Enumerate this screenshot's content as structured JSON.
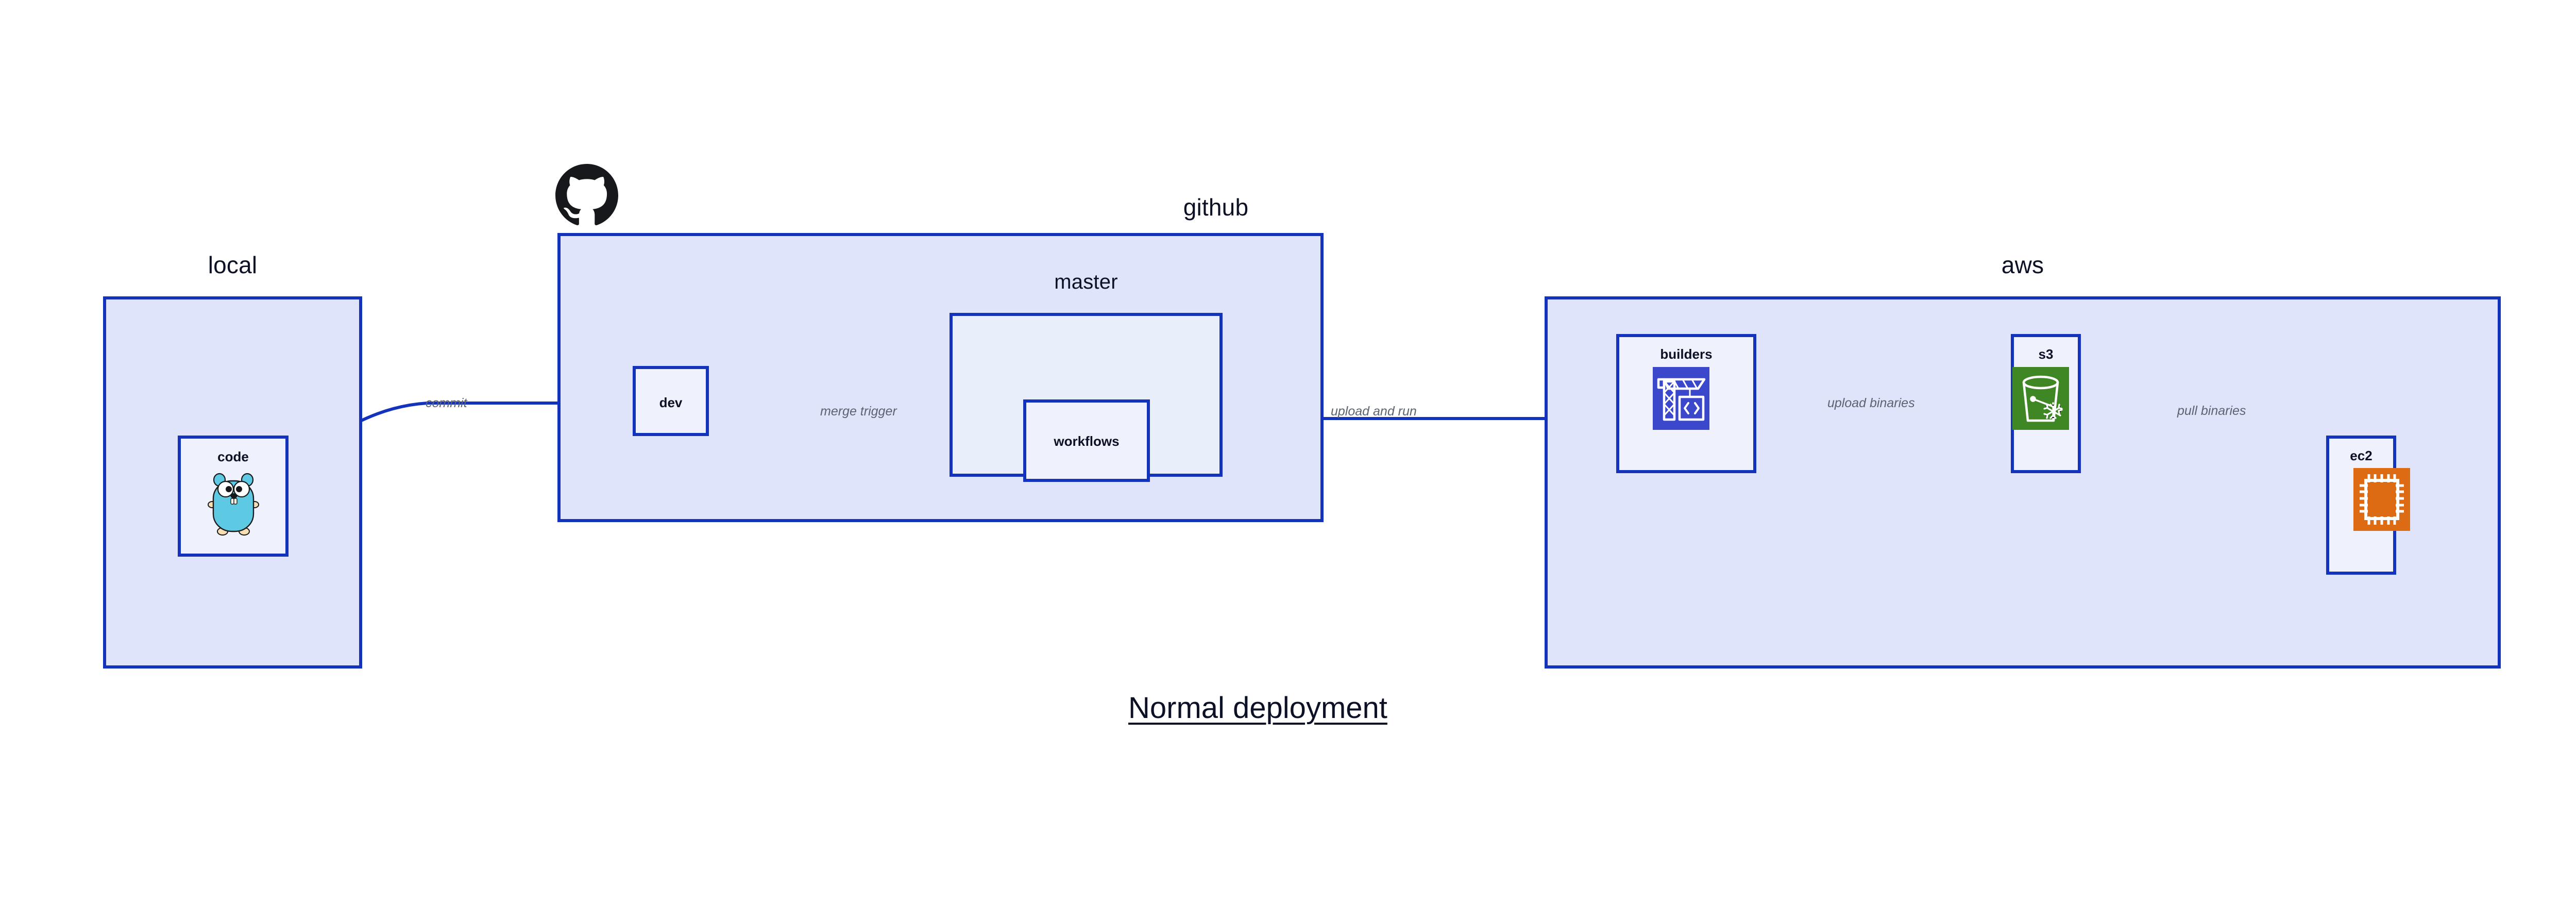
{
  "caption": "Normal deployment",
  "colors": {
    "group_fill": "#dfe4fb",
    "group_border": "#1433bd",
    "node_fill": "#eff2fc",
    "sub_fill": "#e9eefb",
    "edge_stroke": "#1433bd",
    "edge_label_text": "#5d6370",
    "title_text": "#0d1126",
    "codebuild_icon_bg": "#3b48cc",
    "s3_icon_bg": "#3f8624",
    "ec2_icon_bg": "#dd6b13",
    "gopher_body": "#5dc9e2",
    "github_logo": "#16181c",
    "page_background": "#ffffff"
  },
  "groups": [
    {
      "id": "local",
      "label": "local"
    },
    {
      "id": "github",
      "label": "github"
    },
    {
      "id": "aws",
      "label": "aws"
    }
  ],
  "subgroups": [
    {
      "id": "master",
      "label": "master",
      "parent": "github"
    }
  ],
  "nodes": [
    {
      "id": "code",
      "label": "code",
      "group": "local",
      "icon": "go-gopher-icon"
    },
    {
      "id": "dev",
      "label": "dev",
      "group": "github",
      "icon": null
    },
    {
      "id": "workflows",
      "label": "workflows",
      "group": "master",
      "icon": null
    },
    {
      "id": "builders",
      "label": "builders",
      "group": "aws",
      "icon": "aws-codebuild-icon"
    },
    {
      "id": "s3",
      "label": "s3",
      "group": "aws",
      "icon": "aws-s3-glacier-icon"
    },
    {
      "id": "ec2",
      "label": "ec2",
      "group": "aws",
      "icon": "aws-ec2-icon"
    }
  ],
  "edges": [
    {
      "id": "commit",
      "from": "code",
      "to": "dev",
      "label": "commit"
    },
    {
      "id": "merge-trigger",
      "from": "dev",
      "to": "workflows",
      "label": "merge trigger"
    },
    {
      "id": "upload-and-run",
      "from": "workflows",
      "to": "builders",
      "label": "upload and run"
    },
    {
      "id": "upload-binaries",
      "from": "builders",
      "to": "s3",
      "label": "upload binaries"
    },
    {
      "id": "pull-binaries",
      "from": "s3",
      "to": "ec2",
      "label": "pull binaries"
    }
  ],
  "logos": [
    {
      "id": "github-logo",
      "name": "github-octocat-logo",
      "group": "github"
    }
  ]
}
